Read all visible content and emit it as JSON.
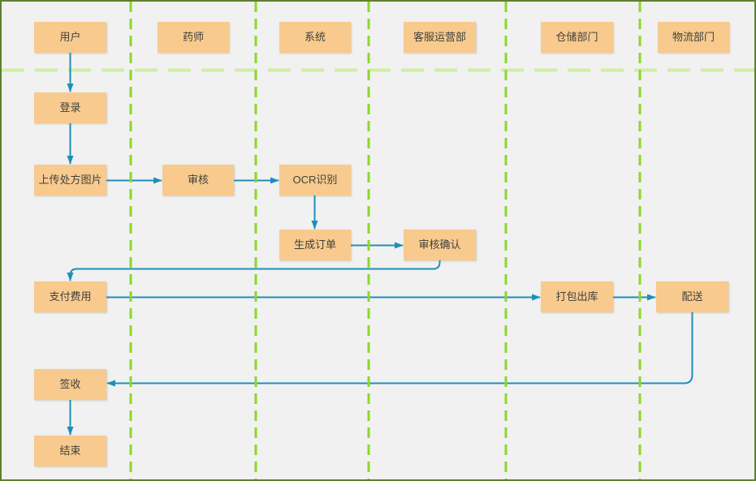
{
  "diagram": {
    "type": "swimlane-flowchart",
    "colors": {
      "background": "#f1f1f1",
      "outer_border": "#5e8030",
      "node_fill": "#f8ca8e",
      "node_text": "#41413b",
      "connector": "#1e90b8",
      "lane_divider_vertical": "#8ad829",
      "header_divider_horizontal": "#cfeea2"
    },
    "lanes": [
      {
        "label": "用户"
      },
      {
        "label": "药师"
      },
      {
        "label": "系统"
      },
      {
        "label": "客服运营部"
      },
      {
        "label": "仓储部门"
      },
      {
        "label": "物流部门"
      }
    ],
    "nodes": [
      {
        "id": "login",
        "label": "登录",
        "lane": "用户"
      },
      {
        "id": "upload",
        "label": "上传处方图片",
        "lane": "用户"
      },
      {
        "id": "review",
        "label": "审核",
        "lane": "药师"
      },
      {
        "id": "ocr",
        "label": "OCR识别",
        "lane": "系统"
      },
      {
        "id": "create-order",
        "label": "生成订单",
        "lane": "系统"
      },
      {
        "id": "confirm",
        "label": "审核确认",
        "lane": "客服运营部"
      },
      {
        "id": "pay",
        "label": "支付费用",
        "lane": "用户"
      },
      {
        "id": "pack",
        "label": "打包出库",
        "lane": "仓储部门"
      },
      {
        "id": "deliver",
        "label": "配送",
        "lane": "物流部门"
      },
      {
        "id": "sign",
        "label": "签收",
        "lane": "用户"
      },
      {
        "id": "end",
        "label": "结束",
        "lane": "用户"
      }
    ],
    "flow": [
      {
        "from": "用户",
        "to": "登录"
      },
      {
        "from": "登录",
        "to": "上传处方图片"
      },
      {
        "from": "上传处方图片",
        "to": "审核"
      },
      {
        "from": "审核",
        "to": "OCR识别"
      },
      {
        "from": "OCR识别",
        "to": "生成订单"
      },
      {
        "from": "生成订单",
        "to": "审核确认"
      },
      {
        "from": "审核确认",
        "to": "支付费用"
      },
      {
        "from": "支付费用",
        "to": "打包出库"
      },
      {
        "from": "打包出库",
        "to": "配送"
      },
      {
        "from": "配送",
        "to": "签收"
      },
      {
        "from": "签收",
        "to": "结束"
      }
    ]
  }
}
